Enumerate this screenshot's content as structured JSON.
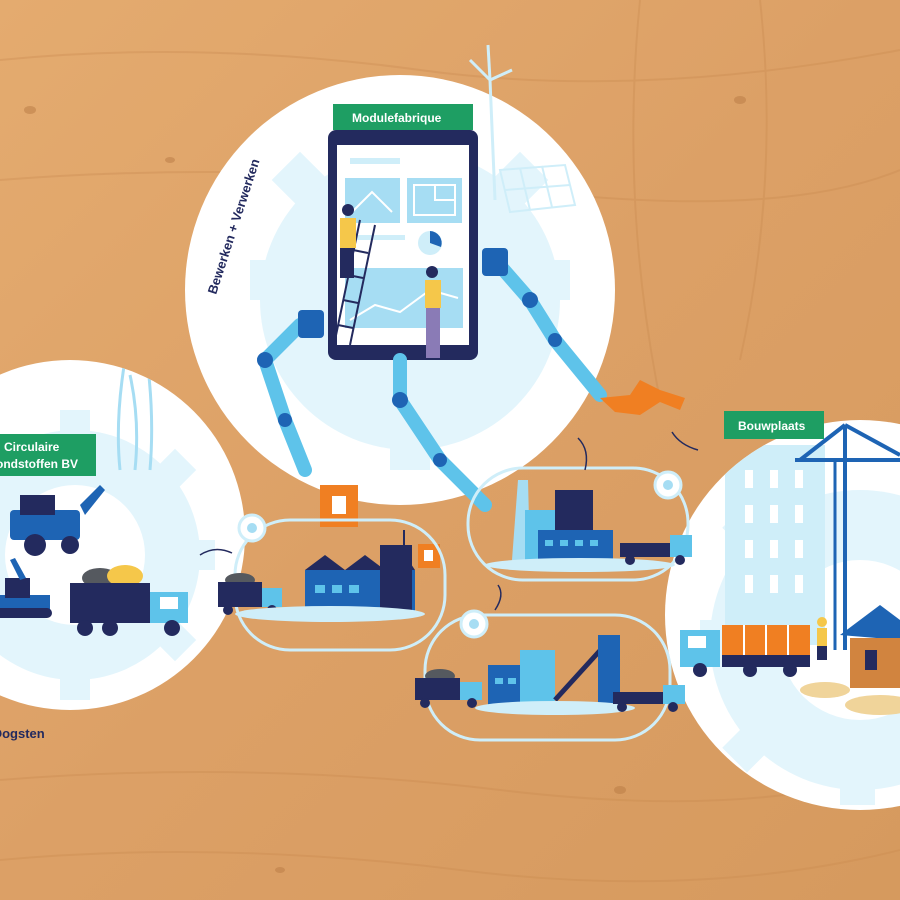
{
  "labels": {
    "modulefabriek": "Modulefabrique",
    "bewerken": "Bewerken + Verwerken",
    "circulaire_line1": "Circulaire",
    "circulaire_line2": "grondstoffen BV",
    "oogsten": "Oogsten",
    "bouwplaats": "Bouwplaats"
  },
  "colors": {
    "wood": "#dca066",
    "wood_dark": "#c98a4f",
    "green_tag": "#1e9e63",
    "navy": "#232a5e",
    "blue": "#1e64b4",
    "light_blue": "#cfeef9",
    "mid_blue": "#5ec3ea",
    "orange": "#f07f22",
    "yellow": "#f5c74a",
    "white": "#ffffff"
  }
}
